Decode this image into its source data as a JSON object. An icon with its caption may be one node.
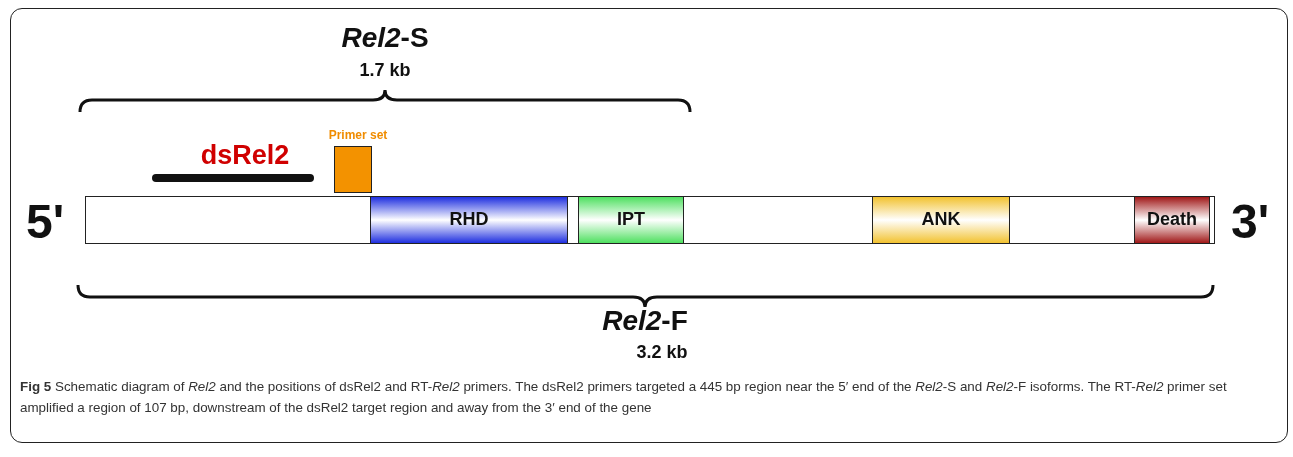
{
  "diagram": {
    "caption": "**Fig 5** Schematic diagram of *Rel2* and the positions of dsRel2 and RT-*Rel2* primers. The dsRel2 primers targeted a 445 bp region near the 5′ end of the *Rel2*-S and *Rel2*-F isoforms. The RT-*Rel2* primer set amplified a region of 107 bp, downstream of the dsRel2 target region and away from the 3′ end of the gene",
    "nodes": [
      {
        "text": [
          "dsRel2"
        ]
      },
      {
        "text": [
          "Primer set"
        ]
      },
      {
        "text": [],
        "shape": "bar"
      },
      {
        "text": [
          "RHD"
        ],
        "in": 2
      },
      {
        "text": [
          "IPT"
        ],
        "in": 2
      },
      {
        "text": [
          "ANK"
        ],
        "in": 2
      },
      {
        "text": [
          "Death"
        ],
        "in": 2
      }
    ],
    "labels": [
      "*Rel2*-S",
      "1.7 kb",
      "5'",
      "3'",
      "*Rel2*-F",
      "3.2 kb"
    ]
  }
}
